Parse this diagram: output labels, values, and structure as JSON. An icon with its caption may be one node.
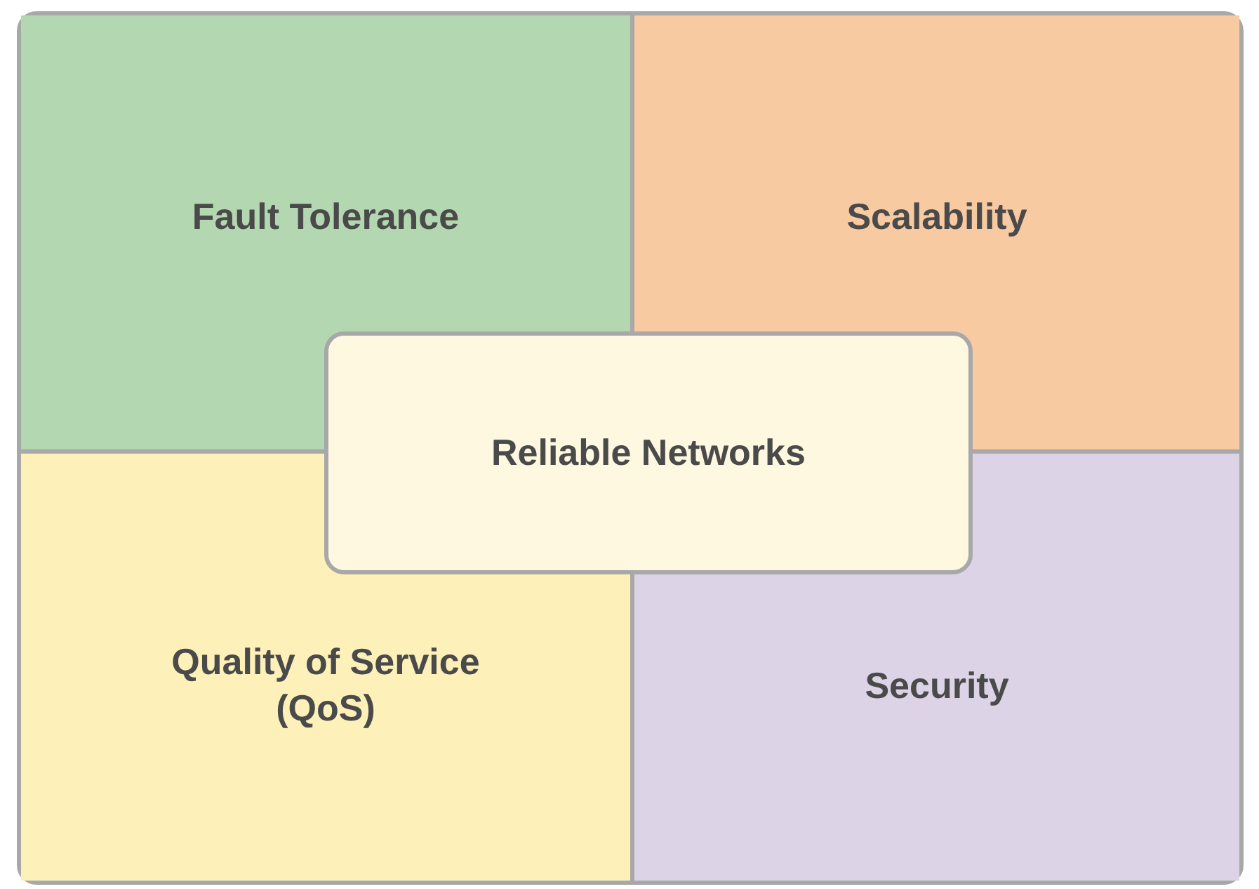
{
  "diagram": {
    "nodes": [
      {
        "text": [
          "Fault Tolerance"
        ]
      },
      {
        "text": [
          "Scalability"
        ]
      },
      {
        "text": [
          "Reliable Networks"
        ]
      },
      {
        "text": [
          "Quality of Service (QoS)"
        ]
      },
      {
        "text": [
          "Security"
        ]
      }
    ]
  }
}
